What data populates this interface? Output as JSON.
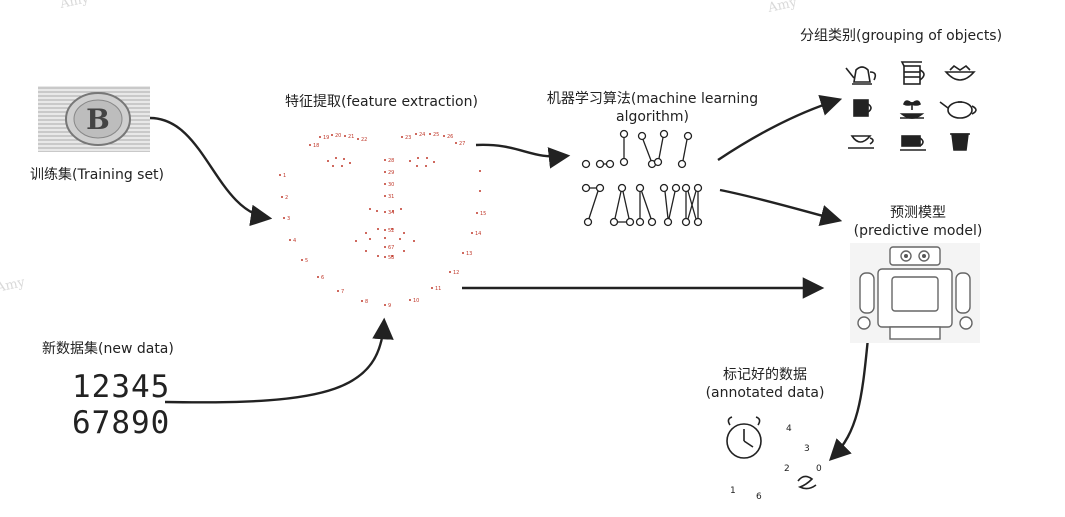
{
  "labels": {
    "training_set": "训练集(Training set)",
    "feature_extraction": "特征提取(feature extraction)",
    "ml_algorithm_line1": "机器学习算法(machine learning",
    "ml_algorithm_line2": "algorithm)",
    "grouping": "分组类别(grouping of objects)",
    "predictive_line1": "预测模型",
    "predictive_line2": "(predictive model)",
    "new_data": "新数据集(new data)",
    "annotated_line1": "标记好的数据",
    "annotated_line2": "(annotated data)"
  },
  "digits": {
    "row1": "12345",
    "row2": "67890"
  },
  "watermark": "Amy",
  "icons": {
    "training_image": "bitcoin-coin-image",
    "feature_map": "face-landmark-points",
    "algorithm_graphs": "node-graph-icons",
    "grouping": [
      "kettle-icon",
      "french-press-icon",
      "bowl-icon",
      "coffee-mug-icon",
      "plant-cup-icon",
      "teapot-icon",
      "teacup-icon",
      "espresso-cup-icon",
      "glass-cup-icon"
    ],
    "robot": "robot-model-image",
    "annotated": "clock-sketch-image"
  },
  "colors": {
    "arrow": "#222222",
    "landmark": "#c0392b"
  }
}
